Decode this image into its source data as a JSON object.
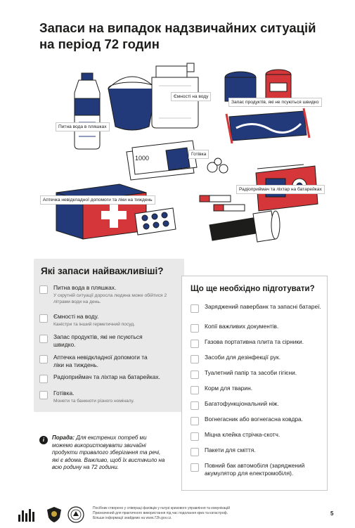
{
  "page": {
    "title_line1": "Запаси на випадок надзвичайних ситуацій",
    "title_line2": "на період 72 годин"
  },
  "illustration": {
    "labels": {
      "water": "Питна вода в пляшках",
      "containers": "Ємності на воду",
      "food": "Запас продуктів, які не псуються швидко",
      "cash": "Готівка",
      "firstaid": "Аптечка невідкладної допомоги та ліки на тиждень",
      "radio": "Радіоприймач та ліхтар на батарейках"
    },
    "banknote_value": "1000",
    "colors": {
      "blue": "#233a7a",
      "red": "#d4363a",
      "line": "#1d1d1b"
    }
  },
  "important": {
    "title": "Які запаси найважливіші?",
    "items": [
      {
        "label": "Питна вода в пляшках.",
        "sub": "У скрутній ситуації доросла людина може обійтися 2 літрами води на день."
      },
      {
        "label": "Ємності на воду.",
        "sub": "Каністри та інший герметичний посуд."
      },
      {
        "label": "Запас продуктів, які не псуються швидко.",
        "sub": ""
      },
      {
        "label": "Аптечка невідкладної допомоги та ліки на тиждень.",
        "sub": ""
      },
      {
        "label": "Радіоприймач та ліхтар на батарейках.",
        "sub": ""
      },
      {
        "label": "Готівка.",
        "sub": "Монети та банкноти різного номіналу."
      }
    ]
  },
  "prepare": {
    "title": "Що ще необхідно підготувати?",
    "items": [
      "Заряджений павербанк та запасні батареї.",
      "Копії важливих документів.",
      "Газова портативна плита та сірники.",
      "Засоби для дезінфекції рук.",
      "Туалетний папір та засоби гігієни.",
      "Корм для тварин.",
      "Багатофункціональний ніж.",
      "Вогнегасник або вогнегасна ковдра.",
      "Міцна клейка стрічка-скотч.",
      "Пакети для сміття.",
      "Повний бак автомобіля (заряджений акумулятор для електромобіля)."
    ]
  },
  "tip": {
    "icon": "info-icon",
    "lead": "Порада:",
    "text": "Для екстрених потреб ми можемо використовувати звичайні продукти тривалого зберігання та речі, які є вдома. Важливо, щоб їх вистачило на всю родину на 72 години."
  },
  "footer": {
    "line1": "Посібник створено у співпраці фахівців у галузі кризового управління та комунікацій",
    "line2": "Призначений для практичного використання під час подолання криз та катастроф.",
    "line3": "Більше інформації знайдемо на www.72h.gov.cz.",
    "page_number": "5"
  }
}
